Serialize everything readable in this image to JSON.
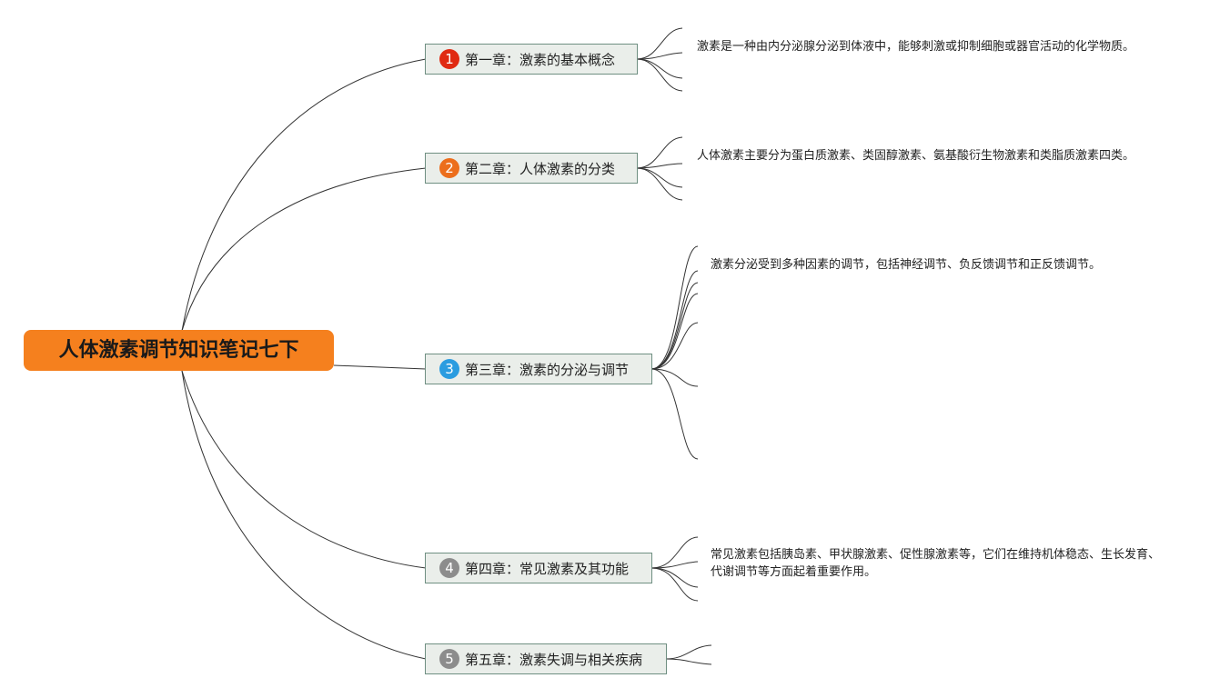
{
  "root": {
    "title": "人体激素调节知识笔记七下",
    "color": "#f5801e"
  },
  "chapters": [
    {
      "number": "1",
      "badge_color": "#e02a12",
      "title": "第一章：激素的基本概念",
      "note": "激素是一种由内分泌腺分泌到体液中，能够刺激或抑制细胞或器官活动的化学物质。"
    },
    {
      "number": "2",
      "badge_color": "#ec6e1c",
      "title": "第二章：人体激素的分类",
      "note": "人体激素主要分为蛋白质激素、类固醇激素、氨基酸衍生物激素和类脂质激素四类。"
    },
    {
      "number": "3",
      "badge_color": "#2a9ce0",
      "title": "第三章：激素的分泌与调节",
      "note": "激素分泌受到多种因素的调节，包括神经调节、负反馈调节和正反馈调节。"
    },
    {
      "number": "4",
      "badge_color": "#8c8c8c",
      "title": "第四章：常见激素及其功能",
      "note": "常见激素包括胰岛素、甲状腺激素、促性腺激素等，它们在维持机体稳态、生长发育、代谢调节等方面起着重要作用。"
    },
    {
      "number": "5",
      "badge_color": "#8c8c8c",
      "title": "第五章：激素失调与相关疾病",
      "note": ""
    }
  ]
}
